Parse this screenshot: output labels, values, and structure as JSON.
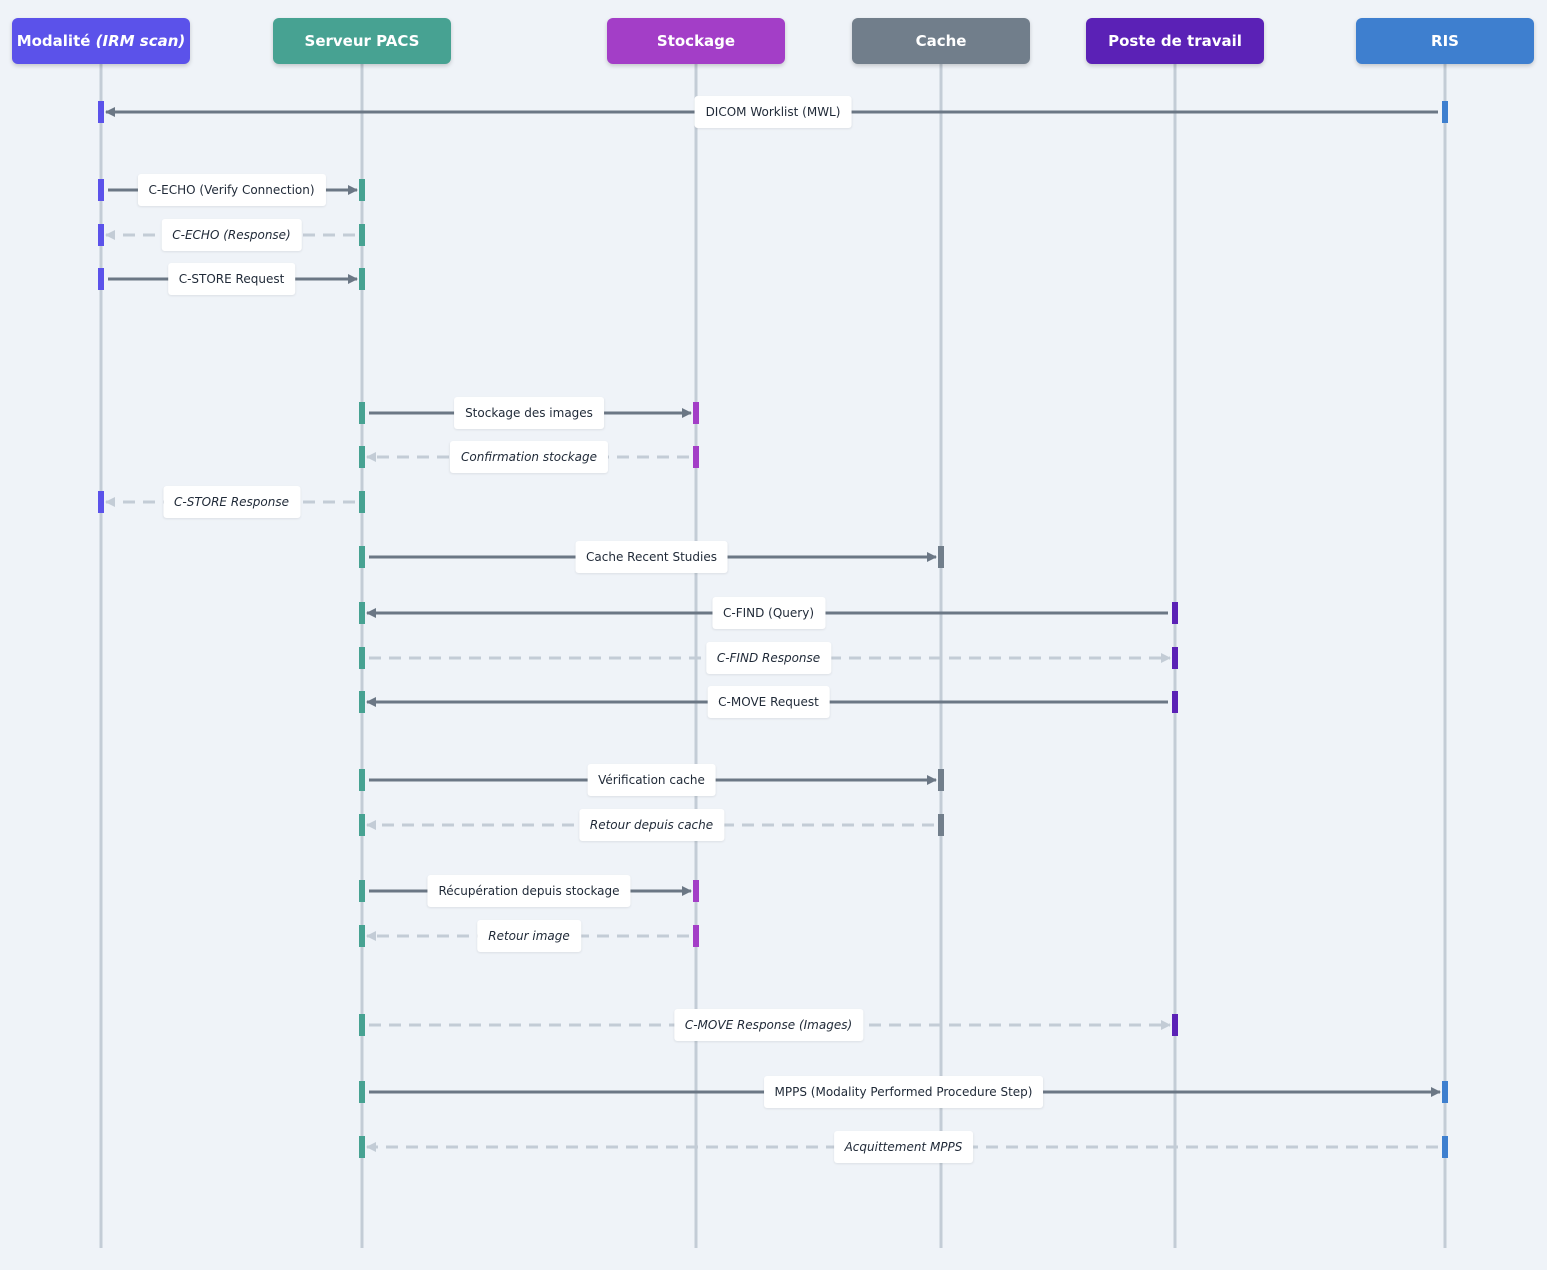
{
  "actors": [
    {
      "id": "modalite",
      "name": "Modalité ",
      "name_em": "IRM scan",
      "color": "#5b52ea"
    },
    {
      "id": "pacs",
      "name": "Serveur PACS",
      "name_em": "",
      "color": "#47a292"
    },
    {
      "id": "stockage",
      "name": "Stockage",
      "name_em": "",
      "color": "#a33ec7"
    },
    {
      "id": "cache",
      "name": "Cache",
      "name_em": "",
      "color": "#717e8b"
    },
    {
      "id": "poste",
      "name": "Poste de travail",
      "name_em": "",
      "color": "#5b21b6"
    },
    {
      "id": "ris",
      "name": "RIS",
      "name_em": "",
      "color": "#3e7fcf"
    }
  ],
  "messages": [
    {
      "from": "ris",
      "to": "modalite",
      "label": "DICOM Worklist (MWL)",
      "reply": false
    },
    {
      "from": "modalite",
      "to": "pacs",
      "label": "C-ECHO (Verify Connection)",
      "reply": false
    },
    {
      "from": "pacs",
      "to": "modalite",
      "label": "C-ECHO (Response)",
      "reply": true
    },
    {
      "from": "modalite",
      "to": "pacs",
      "label": "C-STORE Request",
      "reply": false
    },
    {
      "from": "pacs",
      "to": "stockage",
      "label": "Stockage des images",
      "reply": false
    },
    {
      "from": "stockage",
      "to": "pacs",
      "label": "Confirmation stockage",
      "reply": true
    },
    {
      "from": "pacs",
      "to": "modalite",
      "label": "C-STORE Response",
      "reply": true
    },
    {
      "from": "pacs",
      "to": "cache",
      "label": "Cache Recent Studies",
      "reply": false
    },
    {
      "from": "poste",
      "to": "pacs",
      "label": "C-FIND (Query)",
      "reply": false
    },
    {
      "from": "pacs",
      "to": "poste",
      "label": "C-FIND Response",
      "reply": true
    },
    {
      "from": "poste",
      "to": "pacs",
      "label": "C-MOVE Request",
      "reply": false
    },
    {
      "from": "pacs",
      "to": "cache",
      "label": "Vérification cache",
      "reply": false
    },
    {
      "from": "cache",
      "to": "pacs",
      "label": "Retour depuis cache",
      "reply": true
    },
    {
      "from": "pacs",
      "to": "stockage",
      "label": "Récupération depuis stockage",
      "reply": false
    },
    {
      "from": "stockage",
      "to": "pacs",
      "label": "Retour image",
      "reply": true
    },
    {
      "from": "pacs",
      "to": "poste",
      "label": "C-MOVE Response (Images)",
      "reply": true
    },
    {
      "from": "pacs",
      "to": "ris",
      "label": "MPPS (Modality Performed Procedure Step)",
      "reply": false
    },
    {
      "from": "ris",
      "to": "pacs",
      "label": "Acquittement MPPS",
      "reply": true
    }
  ],
  "style": {
    "lifeline_color": "#c3ccd6",
    "sync_arrow_color": "#6b7785",
    "reply_arrow_color": "#c3ccd6",
    "background": "#eff3f8"
  }
}
